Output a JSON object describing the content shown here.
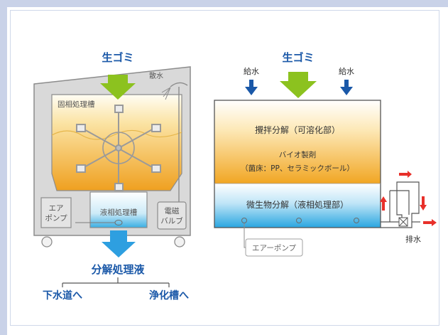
{
  "left": {
    "input_label": "生ゴミ",
    "spray_label": "散水",
    "solid_tank_label": "固相処理槽",
    "air_pump_label": [
      "エア",
      "ポンプ"
    ],
    "liquid_tank_label": "液相処理槽",
    "valve_label": [
      "電磁",
      "バルブ"
    ],
    "output_label": "分解処理液",
    "dest_left": "下水道へ",
    "dest_right": "浄化槽へ"
  },
  "right": {
    "water_label_left": "給水",
    "input_label": "生ゴミ",
    "water_label_right": "給水",
    "upper_zone_label": "攪拌分解（可溶化部）",
    "bio_label": "バイオ製剤",
    "bed_label": "（菌床：PP、セラミックボール）",
    "lower_zone_label": "微生物分解（液相処理部）",
    "air_pump_label": "エアーポンプ",
    "drain_label": "排水"
  },
  "colors": {
    "green_arrow": "#8cc21f",
    "blue_arrow": "#2e9fe0",
    "dark_blue": "#1a58a8",
    "red_arrow": "#e8302a",
    "machine_gray": "#d9d9d9",
    "line_gray": "#808080"
  }
}
